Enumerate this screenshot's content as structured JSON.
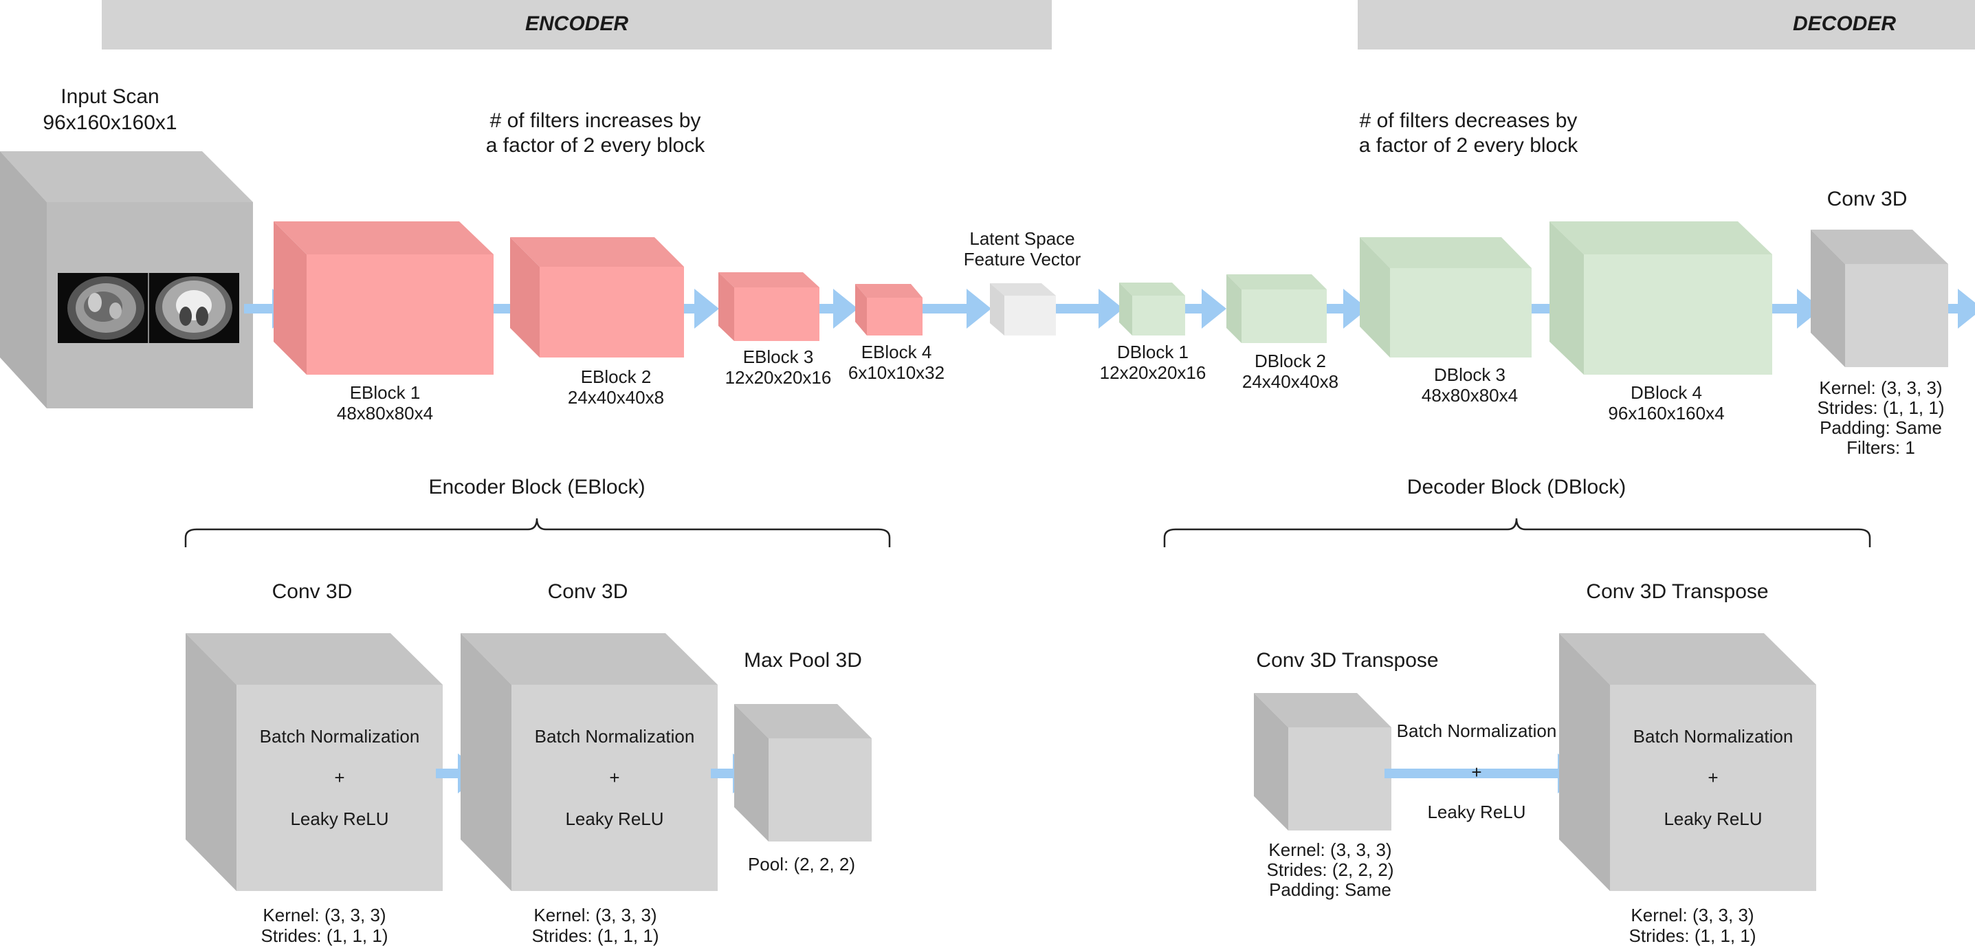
{
  "sections": {
    "encoder": "ENCODER",
    "decoder": "DECODER"
  },
  "input": {
    "title": "Input Scan",
    "dims": "96x160x160x1"
  },
  "notes": {
    "encoder_filters": [
      "# of filters increases by",
      "a factor of 2 every block"
    ],
    "decoder_filters": [
      "# of filters decreases by",
      "a factor of 2 every block"
    ]
  },
  "encoder_blocks": [
    {
      "name": "EBlock 1",
      "dims": "48x80x80x4"
    },
    {
      "name": "EBlock 2",
      "dims": "24x40x40x8"
    },
    {
      "name": "EBlock 3",
      "dims": "12x20x20x16"
    },
    {
      "name": "EBlock 4",
      "dims": "6x10x10x32"
    }
  ],
  "latent": [
    "Latent Space",
    "Feature Vector"
  ],
  "decoder_blocks": [
    {
      "name": "DBlock 1",
      "dims": "12x20x20x16"
    },
    {
      "name": "DBlock 2",
      "dims": "24x40x40x8"
    },
    {
      "name": "DBlock 3",
      "dims": "48x80x80x4"
    },
    {
      "name": "DBlock 4",
      "dims": "96x160x160x4"
    }
  ],
  "final_conv": {
    "title": "Conv 3D",
    "params": [
      "Kernel: (3, 3, 3)",
      "Strides: (1, 1, 1)",
      "Padding: Same",
      "Filters: 1"
    ]
  },
  "encoder_block_detail": {
    "title": "Encoder Block (EBlock)",
    "conv1": {
      "title": "Conv 3D",
      "ops": [
        "Batch Normalization",
        "+",
        "Leaky ReLU"
      ],
      "params": [
        "Kernel: (3, 3, 3)",
        "Strides: (1, 1, 1)"
      ]
    },
    "conv2": {
      "title": "Conv 3D",
      "ops": [
        "Batch Normalization",
        "+",
        "Leaky ReLU"
      ],
      "params": [
        "Kernel: (3, 3, 3)",
        "Strides: (1, 1, 1)"
      ]
    },
    "pool": {
      "title": "Max Pool 3D",
      "params": "Pool: (2, 2, 2)"
    }
  },
  "decoder_block_detail": {
    "title": "Decoder Block (DBlock)",
    "transpose1": {
      "title": "Conv 3D Transpose",
      "params": [
        "Kernel: (3, 3, 3)",
        "Strides: (2, 2, 2)",
        "Padding: Same"
      ]
    },
    "arrow_ops": [
      "Batch Normalization",
      "+",
      "Leaky ReLU"
    ],
    "transpose2": {
      "title": "Conv 3D Transpose",
      "ops": [
        "Batch Normalization",
        "+",
        "Leaky ReLU"
      ],
      "params": [
        "Kernel: (3, 3, 3)",
        "Strides: (1, 1, 1)"
      ]
    }
  },
  "colors": {
    "banner": "#d3d3d3",
    "encoder_front": "#fda4a4",
    "encoder_side": "#e88c8c",
    "encoder_top": "#f29a9a",
    "decoder_front": "#d7e9d4",
    "decoder_side": "#bfd6bb",
    "decoder_top": "#cbe0c7",
    "gray_front": "#d3d3d3",
    "gray_side": "#b5b5b5",
    "gray_top": "#c4c4c4",
    "arrow": "#9ecbf3"
  }
}
